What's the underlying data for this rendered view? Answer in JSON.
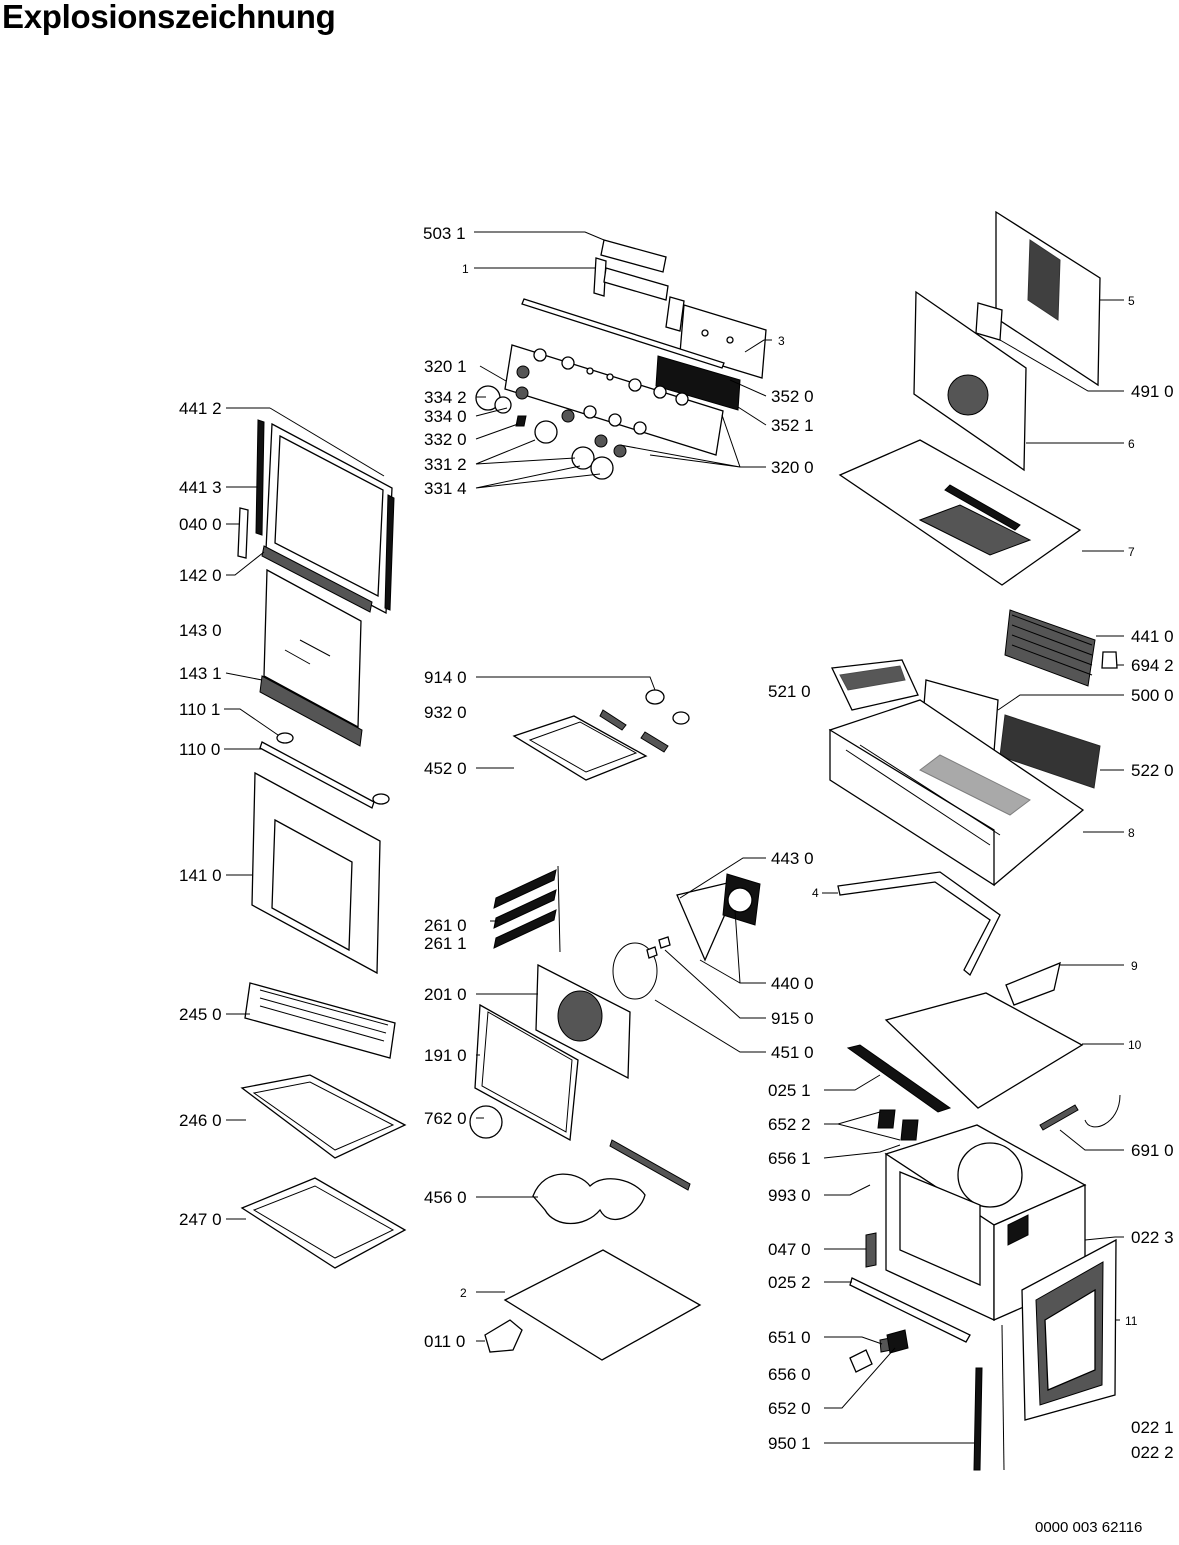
{
  "title": "Explosionszeichnung",
  "document_number": "0000 003 62116",
  "labels": {
    "l5031": "503 1",
    "l1": "1",
    "l3": "3",
    "l3201": "320 1",
    "l3342": "334 2",
    "l3340": "334 0",
    "l3320": "332 0",
    "l3312": "331 2",
    "l3314": "331 4",
    "l3520": "352 0",
    "l3521": "352 1",
    "l3200": "320 0",
    "l4412": "441 2",
    "l4413": "441 3",
    "l0400": "040 0",
    "l1420": "142 0",
    "l1430": "143 0",
    "l1431": "143 1",
    "l1101": "110 1",
    "l1100": "110 0",
    "l1410": "141 0",
    "l2450": "245 0",
    "l2460": "246 0",
    "l2470": "247 0",
    "l9140": "914 0",
    "l9320": "932 0",
    "l4520": "452 0",
    "l2610": "261 0",
    "l2611": "261 1",
    "l2010": "201 0",
    "l1910": "191 0",
    "l7620": "762 0",
    "l4560": "456 0",
    "l2": "2",
    "l0110": "011 0",
    "l4430": "443 0",
    "l4400": "440 0",
    "l9150": "915 0",
    "l4510": "451 0",
    "l4": "4",
    "l5": "5",
    "l4910": "491 0",
    "l6": "6",
    "l7": "7",
    "l4410": "441 0",
    "l6942": "694 2",
    "l5210": "521 0",
    "l5000": "500 0",
    "l5220": "522 0",
    "l8": "8",
    "l9": "9",
    "l10": "10",
    "l0251": "025 1",
    "l6522": "652 2",
    "l6561": "656 1",
    "l6910": "691 0",
    "l9930": "993 0",
    "l0223": "022 3",
    "l0470": "047 0",
    "l0252": "025 2",
    "l11": "11",
    "l6510": "651 0",
    "l6560": "656 0",
    "l6520": "652 0",
    "l9501": "950 1",
    "l0221": "022 1",
    "l0222": "022 2"
  }
}
